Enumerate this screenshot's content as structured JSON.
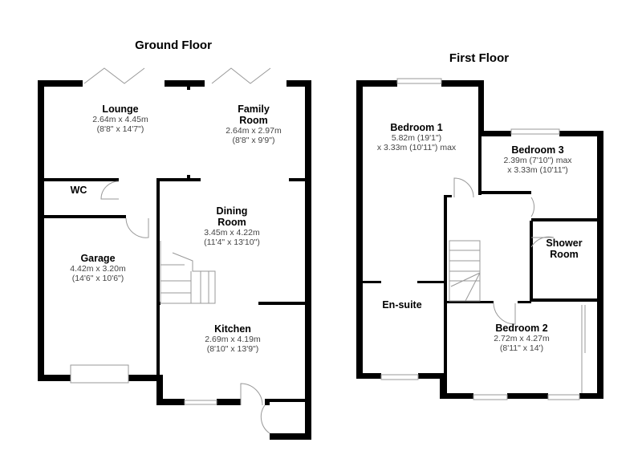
{
  "ground_floor": {
    "title": "Ground Floor",
    "rooms": [
      {
        "name": "Lounge",
        "dim1": "2.64m x 4.45m",
        "dim2": "(8'8\" x 14'7\")"
      },
      {
        "name": "Family",
        "name2": "Room",
        "dim1": "2.64m x 2.97m",
        "dim2": "(8'8\" x 9'9\")"
      },
      {
        "name": "WC"
      },
      {
        "name": "Dining",
        "name2": "Room",
        "dim1": "3.45m x 4.22m",
        "dim2": "(11'4\" x 13'10\")"
      },
      {
        "name": "Garage",
        "dim1": "4.42m x 3.20m",
        "dim2": "(14'6\" x 10'6\")"
      },
      {
        "name": "Kitchen",
        "dim1": "2.69m x 4.19m",
        "dim2": "(8'10\" x 13'9\")"
      }
    ]
  },
  "first_floor": {
    "title": "First Floor",
    "rooms": [
      {
        "name": "Bedroom 1",
        "dim1": "5.82m (19'1\")",
        "dim2": "x 3.33m (10'11\") max"
      },
      {
        "name": "Bedroom 3",
        "dim1": "2.39m (7'10\") max",
        "dim2": "x 3.33m (10'11\")"
      },
      {
        "name": "Shower",
        "name2": "Room"
      },
      {
        "name": "En-suite"
      },
      {
        "name": "Bedroom 2",
        "dim1": "2.72m x 4.27m",
        "dim2": "(8'11\" x 14')"
      }
    ]
  }
}
